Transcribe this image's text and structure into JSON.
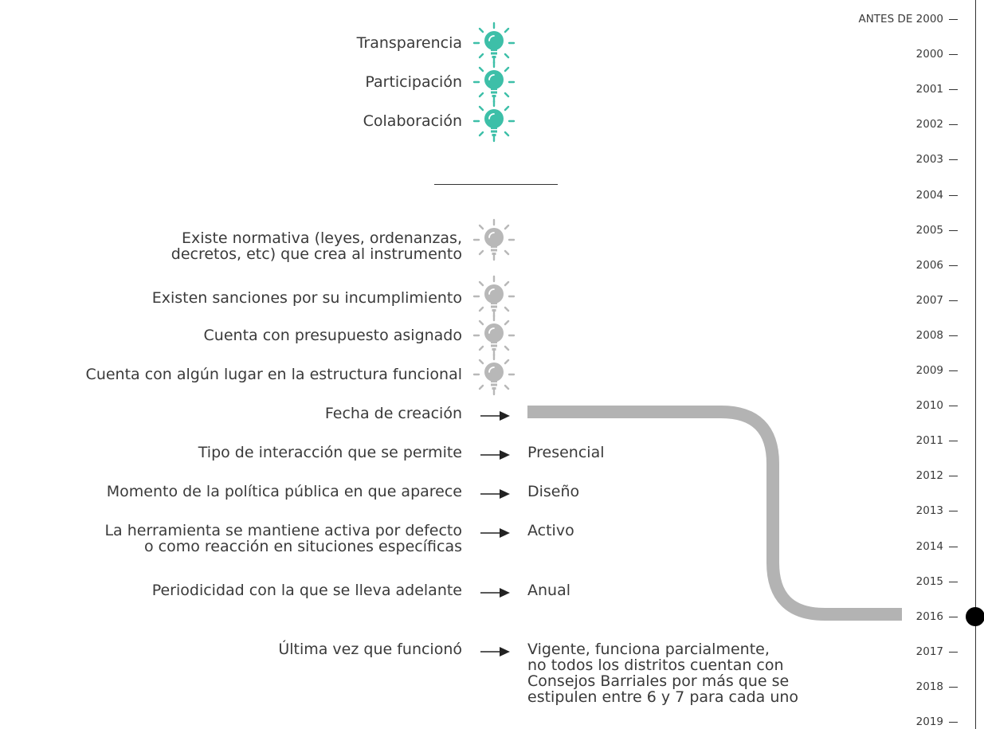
{
  "principles": [
    {
      "label": "Transparencia",
      "state": "active"
    },
    {
      "label": "Participación",
      "state": "active"
    },
    {
      "label": "Colaboración",
      "state": "active"
    }
  ],
  "criteria": [
    {
      "label_lines": [
        "Existe normativa (leyes, ordenanzas,",
        "decretos, etc) que crea al instrumento"
      ],
      "state": "inactive"
    },
    {
      "label_lines": [
        "Existen sanciones por su incumplimiento"
      ],
      "state": "inactive"
    },
    {
      "label_lines": [
        "Cuenta con presupuesto asignado"
      ],
      "state": "inactive"
    },
    {
      "label_lines": [
        "Cuenta con algún lugar en la estructura funcional"
      ],
      "state": "inactive"
    }
  ],
  "attributes": [
    {
      "label_lines": [
        "Fecha de creación"
      ],
      "value_lines": []
    },
    {
      "label_lines": [
        "Tipo de interacción que se permite"
      ],
      "value_lines": [
        "Presencial"
      ]
    },
    {
      "label_lines": [
        "Momento de la política pública en que aparece"
      ],
      "value_lines": [
        "Diseño"
      ]
    },
    {
      "label_lines": [
        "La herramienta se mantiene activa por defecto",
        "o como reacción en situciones específicas"
      ],
      "value_lines": [
        "Activo"
      ]
    },
    {
      "label_lines": [
        "Periodicidad con la que se lleva adelante"
      ],
      "value_lines": [
        "Anual"
      ]
    },
    {
      "label_lines": [
        "Última vez que funcionó"
      ],
      "value_lines": [
        "Vigente, funciona parcialmente,",
        "no todos los distritos cuentan con",
        "Consejos Barriales por más que se",
        "estipulen entre 6 y 7 para cada uno"
      ]
    }
  ],
  "timeline": {
    "years": [
      "ANTES DE 2000",
      "2000",
      "2001",
      "2002",
      "2003",
      "2004",
      "2005",
      "2006",
      "2007",
      "2008",
      "2009",
      "2010",
      "2011",
      "2012",
      "2013",
      "2014",
      "2015",
      "2016",
      "2017",
      "2018",
      "2019"
    ],
    "creation_year": "2016"
  },
  "colors": {
    "active_bulb": "#3dbfa8",
    "inactive_bulb": "#b8b8b8",
    "path": "#b3b3b3",
    "text": "#3a3a3a",
    "marker": "#000000"
  },
  "icons": {
    "bulb": "lightbulb-icon",
    "arrow": "arrow-right-icon"
  }
}
